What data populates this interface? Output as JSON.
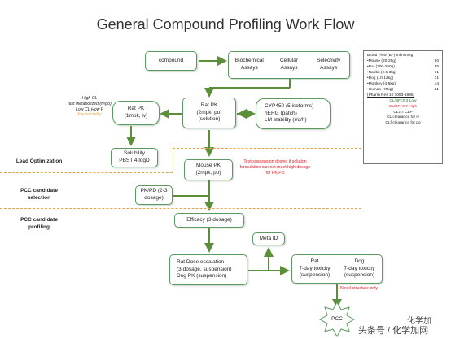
{
  "title": "General Compound Profiling Work Flow",
  "nodes": {
    "compound": "compound",
    "assays": [
      "Biochemical Assays",
      "Cellular Assays",
      "Selectivity Assays"
    ],
    "rat_pk_po": [
      "Rat PK",
      "(2mpk, po)",
      "(solution)"
    ],
    "rat_pk_iv": [
      "Rat PK",
      "(1mpk, iv)"
    ],
    "adme": [
      "CYP450 (5 isoforms)",
      "hERG (patch)",
      "LM stability (r/d/h)"
    ],
    "solubility": [
      "Solubility",
      "PBST 4 logD"
    ],
    "mouse_pk": [
      "Mouse PK",
      "(2mpk, po)"
    ],
    "pkpd": [
      "PK/PD (2-3",
      "dosage)"
    ],
    "efficacy": "Efficacy (3 dosage)",
    "meta_id": "Meta ID",
    "rat_dose": [
      "Rat Dose escalation",
      "(3 dosage, suspension)",
      "Dog PK (suspension)"
    ],
    "tox": {
      "rat": [
        "Rat",
        "7-day toxicity",
        "(suspension)"
      ],
      "dog": [
        "Dog",
        "7-day toxicity",
        "(suspension)"
      ]
    },
    "pcc": "PCC"
  },
  "notes": {
    "high_cl": [
      "High CL",
      "fast metabolized (iv/po)",
      "Low CL How F"
    ],
    "low_solubility": "low solubility",
    "suspension_note": [
      "Test suspension dosing if solution",
      "formulation can not meet high dosage",
      "for PK/PD"
    ],
    "novel_structure": "Novel structure only"
  },
  "stages": {
    "lead_optimization": "Lead Optimization",
    "pcc_selection": [
      "PCC candidate",
      "selection"
    ],
    "pcc_profiling": [
      "PCC candidate",
      "profiling"
    ]
  },
  "blood_flow": {
    "header": "Blood Flow (BF) ml/min/kg",
    "rows": [
      {
        "species": "Mouse (20-25g)",
        "value": "90"
      },
      {
        "species": "Rat (200-250g)",
        "value": "55"
      },
      {
        "species": "Rabbit (2.5-3kg)",
        "value": "71"
      },
      {
        "species": "Dog (10-12kg)",
        "value": "31"
      },
      {
        "species": "Monkey (4-5kg)",
        "value": "44"
      },
      {
        "species": "Human (70kg)",
        "value": "21"
      }
    ],
    "reference": "(Pharm Res 10 1093-1995)",
    "lines": [
      "CL/BF<0.3 Low",
      "CL/BF>0.7 High",
      "CLz = CLP",
      "CL clearance for iv",
      "CLf clearance for po"
    ]
  },
  "watermark": "头条号 / 化学加网",
  "watermark_top": "化学加"
}
